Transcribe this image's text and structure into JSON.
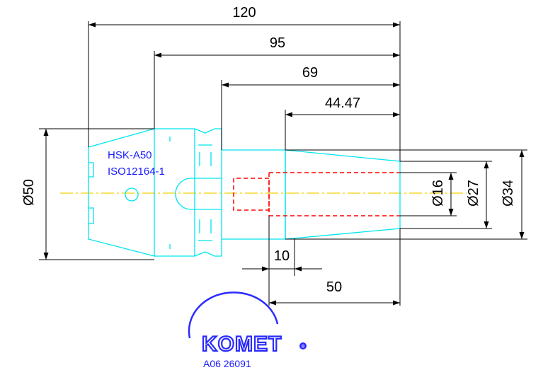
{
  "dimensions": {
    "len_120": "120",
    "len_95": "95",
    "len_69": "69",
    "len_44_47": "44.47",
    "len_10": "10",
    "len_50": "50",
    "dia_50": "Ø50",
    "dia_16": "Ø16",
    "dia_27": "Ø27",
    "dia_34": "Ø34"
  },
  "notes": {
    "standard_1": "HSK-A50",
    "standard_2": "ISO12164-1"
  },
  "logo": {
    "brand": "KOMET",
    "registered_mark": "®"
  },
  "reference": "A06 26091",
  "colors": {
    "outline": "#00e5ee",
    "dimensions": "#000000",
    "hidden_bore": "#ff0000",
    "centerline": "#f2d000",
    "text_blue": "#1a1aff"
  }
}
